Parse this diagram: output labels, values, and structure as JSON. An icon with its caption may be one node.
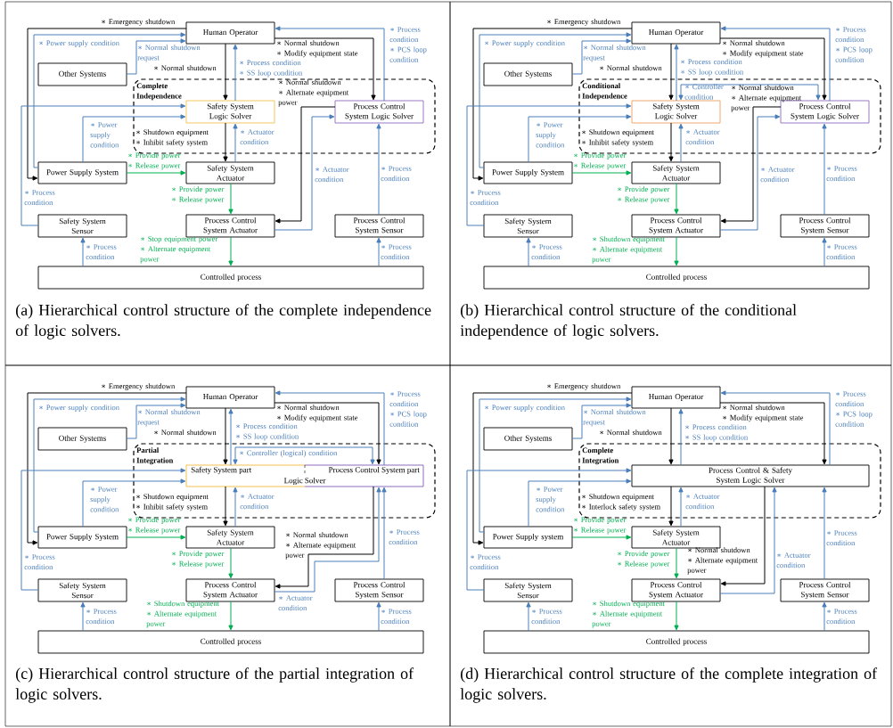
{
  "diagram": {
    "nodes": [
      {
        "text": [
          "(a) Hierarchical control structure of the complete independence of logic solvers."
        ]
      },
      {
        "text": [
          "Human Operator"
        ],
        "in": 0
      },
      {
        "text": [
          "Other Systems"
        ],
        "in": 0
      },
      {
        "text": [
          "Complete Independence"
        ],
        "in": 0
      },
      {
        "text": [
          "Safety System Logic Solver"
        ],
        "in": 3
      },
      {
        "text": [
          "Process Control System Logic Solver"
        ],
        "in": 3
      },
      {
        "text": [
          "Power Supply System"
        ],
        "in": 0
      },
      {
        "text": [
          "Safety System Actuator"
        ],
        "in": 0
      },
      {
        "text": [
          "Safety System Sensor"
        ],
        "in": 0
      },
      {
        "text": [
          "Process Control System Actuator"
        ],
        "in": 0
      },
      {
        "text": [
          "Process Control System Sensor"
        ],
        "in": 0
      },
      {
        "text": [
          "Controlled process"
        ],
        "in": 0
      },
      {
        "text": [
          "(b) Hierarchical control structure of the conditional independence of logic solvers."
        ]
      },
      {
        "text": [
          "Human Operator"
        ],
        "in": 12
      },
      {
        "text": [
          "Other Systems"
        ],
        "in": 12
      },
      {
        "text": [
          "Conditional Independence"
        ],
        "in": 12
      },
      {
        "text": [
          "Safety System Logic Solver"
        ],
        "in": 15
      },
      {
        "text": [
          "Process Control System Logic Solver"
        ],
        "in": 15
      },
      {
        "text": [
          "Power Supply System"
        ],
        "in": 12
      },
      {
        "text": [
          "Safety System Actuator"
        ],
        "in": 12
      },
      {
        "text": [
          "Safety System Sensor"
        ],
        "in": 12
      },
      {
        "text": [
          "Process Control System Actuator"
        ],
        "in": 12
      },
      {
        "text": [
          "Process Control System Sensor"
        ],
        "in": 12
      },
      {
        "text": [
          "Controlled process"
        ],
        "in": 12
      },
      {
        "text": [
          "(c) Hierarchical control structure of the partial integration of logic solvers."
        ]
      },
      {
        "text": [
          "Human Operator"
        ],
        "in": 24
      },
      {
        "text": [
          "Other Systems"
        ],
        "in": 24
      },
      {
        "text": [
          "Partial Integration"
        ],
        "in": 24
      },
      {
        "text": [
          "Safety System part",
          "Process Control System part",
          "Logic Solver"
        ],
        "in": 27
      },
      {
        "text": [
          "Power Supply System"
        ],
        "in": 24
      },
      {
        "text": [
          "Safety System Actuator"
        ],
        "in": 24
      },
      {
        "text": [
          "Safety System Sensor"
        ],
        "in": 24
      },
      {
        "text": [
          "Process Control System Actuator"
        ],
        "in": 24
      },
      {
        "text": [
          "Process Control System Sensor"
        ],
        "in": 24
      },
      {
        "text": [
          "Controlled process"
        ],
        "in": 24
      },
      {
        "text": [
          "(d) Hierarchical control structure of the complete integration of logic solvers."
        ]
      },
      {
        "text": [
          "Human Operator"
        ],
        "in": 35
      },
      {
        "text": [
          "Other Systems"
        ],
        "in": 35
      },
      {
        "text": [
          "Complete Integration"
        ],
        "in": 35
      },
      {
        "text": [
          "Process Control & Safety System Logic Solver"
        ],
        "in": 38
      },
      {
        "text": [
          "Power Supply system"
        ],
        "in": 35
      },
      {
        "text": [
          "Safety System Actuator"
        ],
        "in": 35
      },
      {
        "text": [
          "Safety System Sensor"
        ],
        "in": 35
      },
      {
        "text": [
          "Process Control System Actuator"
        ],
        "in": 35
      },
      {
        "text": [
          "Process Control System Sensor"
        ],
        "in": 35
      },
      {
        "text": [
          "Controlled process"
        ],
        "in": 35
      }
    ],
    "edges": [
      {
        "from": 1,
        "to": 6,
        "arrow": "to",
        "label": "∗ Emergency shutdown",
        "color": "#000000"
      },
      {
        "from": 6,
        "to": 1,
        "arrow": "to",
        "label": "∗ Power supply condition"
      },
      {
        "from": 2,
        "to": 1,
        "arrow": "to",
        "label": "∗ Normal shutdown request"
      },
      {
        "from": 1,
        "to": 4,
        "arrow": "to",
        "label": "∗ Normal shutdown",
        "color": "#000000"
      },
      {
        "from": 4,
        "to": 1,
        "arrow": "to",
        "label": "∗ Process condition ∗ SS loop condition"
      },
      {
        "from": 1,
        "to": 5,
        "arrow": "to",
        "label": "∗ Normal shutdown ∗ Modify equipment state",
        "color": "#000000"
      },
      {
        "from": 5,
        "to": 1,
        "arrow": "to",
        "label": "∗ Process condition ∗ PCS loop condition"
      },
      {
        "from": 8,
        "to": 4,
        "arrow": "to",
        "label": "∗ Process condition"
      },
      {
        "from": 6,
        "to": 4,
        "arrow": "to",
        "label": "∗ Power supply condition"
      },
      {
        "from": 4,
        "to": 7,
        "arrow": "to",
        "label": "∗ Shutdown equipment ∗ Inhibit safety system",
        "color": "#000000"
      },
      {
        "from": 7,
        "to": 4,
        "arrow": "to",
        "label": "∗ Actuator condition"
      },
      {
        "from": 6,
        "to": 7,
        "arrow": "to",
        "label": "∗ Provide power ∗ Release power",
        "color": "#00b050"
      },
      {
        "from": 7,
        "to": 9,
        "arrow": "to",
        "label": "∗ Provide power ∗ Release power",
        "color": "#00b050"
      },
      {
        "from": 5,
        "to": 9,
        "arrow": "to",
        "label": "∗ Normal shutdown ∗ Alternate equipment power",
        "color": "#000000"
      },
      {
        "from": 9,
        "to": 5,
        "arrow": "to",
        "label": "∗ Actuator condition"
      },
      {
        "from": 10,
        "to": 5,
        "arrow": "to",
        "label": "∗ Process condition"
      },
      {
        "from": 9,
        "to": 11,
        "arrow": "to",
        "label": "∗ Stop equipment power ∗ Alternate equipment power",
        "color": "#00b050"
      },
      {
        "from": 11,
        "to": 8,
        "arrow": "to",
        "label": "∗ Process condition"
      },
      {
        "from": 11,
        "to": 10,
        "arrow": "to",
        "label": "∗ Process condition"
      },
      {
        "from": 13,
        "to": 18,
        "arrow": "to",
        "label": "∗ Emergency shutdown",
        "color": "#000000"
      },
      {
        "from": 18,
        "to": 13,
        "arrow": "to",
        "label": "∗ Power supply condition"
      },
      {
        "from": 14,
        "to": 13,
        "arrow": "to",
        "label": "∗ Normal shutdown request"
      },
      {
        "from": 13,
        "to": 16,
        "arrow": "to",
        "label": "∗ Normal shutdown",
        "color": "#000000"
      },
      {
        "from": 16,
        "to": 13,
        "arrow": "to",
        "label": "∗ Process condition ∗ SS loop condition"
      },
      {
        "from": 13,
        "to": 17,
        "arrow": "to",
        "label": "∗ Normal shutdown ∗ Modify equipment state",
        "color": "#000000"
      },
      {
        "from": 17,
        "to": 13,
        "arrow": "to",
        "label": "∗ Process condition ∗ PCS loop condition"
      },
      {
        "from": 16,
        "to": 17,
        "arrow": "both",
        "label": "∗ Controller condition"
      },
      {
        "from": 20,
        "to": 16,
        "arrow": "to",
        "label": "∗ Process condition"
      },
      {
        "from": 18,
        "to": 16,
        "arrow": "to",
        "label": "∗ Power supply condition"
      },
      {
        "from": 16,
        "to": 19,
        "arrow": "to",
        "label": "∗ Shutdown equipment ∗ Inhibit safety system",
        "color": "#000000"
      },
      {
        "from": 19,
        "to": 16,
        "arrow": "to",
        "label": "∗ Actuator condition"
      },
      {
        "from": 18,
        "to": 19,
        "arrow": "to",
        "label": "∗ Provide power ∗ Release power",
        "color": "#00b050"
      },
      {
        "from": 19,
        "to": 21,
        "arrow": "to",
        "label": "∗ Provide power ∗ Release power",
        "color": "#00b050"
      },
      {
        "from": 17,
        "to": 21,
        "arrow": "to",
        "label": "∗ Normal shutdown ∗ Alternate equipment power",
        "color": "#000000"
      },
      {
        "from": 21,
        "to": 17,
        "arrow": "to",
        "label": "∗ Actuator condition"
      },
      {
        "from": 22,
        "to": 17,
        "arrow": "to",
        "label": "∗ Process condition"
      },
      {
        "from": 21,
        "to": 23,
        "arrow": "to",
        "label": "∗ Shutdown equipment ∗ Alternate equipment power",
        "color": "#00b050"
      },
      {
        "from": 23,
        "to": 20,
        "arrow": "to",
        "label": "∗ Process condition"
      },
      {
        "from": 23,
        "to": 22,
        "arrow": "to",
        "label": "∗ Process condition"
      },
      {
        "from": 25,
        "to": 29,
        "arrow": "to",
        "label": "∗ Emergency shutdown",
        "color": "#000000"
      },
      {
        "from": 29,
        "to": 25,
        "arrow": "to",
        "label": "∗ Power supply condition"
      },
      {
        "from": 26,
        "to": 25,
        "arrow": "to",
        "label": "∗ Normal shutdown request"
      },
      {
        "from": 25,
        "to": 28,
        "arrow": "to",
        "label": "∗ Normal shutdown",
        "color": "#000000"
      },
      {
        "from": 28,
        "to": 25,
        "arrow": "to",
        "label": "∗ Process condition ∗ SS loop condition"
      },
      {
        "from": 25,
        "to": 28,
        "arrow": "to",
        "label": "∗ Normal shutdown ∗ Modify equipment state",
        "color": "#000000"
      },
      {
        "from": 28,
        "to": 25,
        "arrow": "to",
        "label": "∗ Process condition ∗ PCS loop condition"
      },
      {
        "from": 28,
        "to": 28,
        "arrow": "both",
        "label": "∗ Controller (logical) condition"
      },
      {
        "from": 31,
        "to": 28,
        "arrow": "to",
        "label": "∗ Process condition"
      },
      {
        "from": 29,
        "to": 28,
        "arrow": "to",
        "label": "∗ Power supply condition"
      },
      {
        "from": 28,
        "to": 30,
        "arrow": "to",
        "label": "∗ Shutdown equipment ∗ Inhibit safety system",
        "color": "#000000"
      },
      {
        "from": 30,
        "to": 28,
        "arrow": "to",
        "label": "∗ Actuator condition"
      },
      {
        "from": 29,
        "to": 30,
        "arrow": "to",
        "label": "∗ Provide power ∗ Release power",
        "color": "#00b050"
      },
      {
        "from": 30,
        "to": 32,
        "arrow": "to",
        "label": "∗ Provide power ∗ Release power",
        "color": "#00b050"
      },
      {
        "from": 28,
        "to": 32,
        "arrow": "to",
        "label": "∗ Normal shutdown ∗ Alternate equipment power",
        "color": "#000000"
      },
      {
        "from": 32,
        "to": 28,
        "arrow": "to",
        "label": "∗ Actuator condition"
      },
      {
        "from": 33,
        "to": 28,
        "arrow": "to",
        "label": "∗ Process condition"
      },
      {
        "from": 32,
        "to": 34,
        "arrow": "to",
        "label": "∗ Shutdown equipment ∗ Alternate equipment power",
        "color": "#00b050"
      },
      {
        "from": 34,
        "to": 31,
        "arrow": "to",
        "label": "∗ Process condition"
      },
      {
        "from": 34,
        "to": 33,
        "arrow": "to",
        "label": "∗ Process condition"
      },
      {
        "from": 36,
        "to": 40,
        "arrow": "to",
        "label": "∗ Emergency shutdown",
        "color": "#000000"
      },
      {
        "from": 40,
        "to": 36,
        "arrow": "to",
        "label": "∗ Power supply condition"
      },
      {
        "from": 37,
        "to": 36,
        "arrow": "to",
        "label": "∗ Normal shutdown request"
      },
      {
        "from": 36,
        "to": 39,
        "arrow": "to",
        "label": "∗ Normal shutdown",
        "color": "#000000"
      },
      {
        "from": 39,
        "to": 36,
        "arrow": "to",
        "label": "∗ Process condition ∗ SS loop condition"
      },
      {
        "from": 36,
        "to": 39,
        "arrow": "to",
        "label": "∗ Normal shutdown ∗ Modify equipment state",
        "color": "#000000"
      },
      {
        "from": 39,
        "to": 36,
        "arrow": "to",
        "label": "∗ Process condition ∗ PCS loop condition"
      },
      {
        "from": 42,
        "to": 39,
        "arrow": "to",
        "label": "∗ Process condition"
      },
      {
        "from": 40,
        "to": 39,
        "arrow": "to",
        "label": "∗ Power supply condition"
      },
      {
        "from": 39,
        "to": 41,
        "arrow": "to",
        "label": "∗ Shutdown equipment ∗ Interlock safety system",
        "color": "#000000"
      },
      {
        "from": 41,
        "to": 39,
        "arrow": "to",
        "label": "∗ Actuator condition"
      },
      {
        "from": 40,
        "to": 41,
        "arrow": "to",
        "label": "∗ Provide power ∗ Release power",
        "color": "#00b050"
      },
      {
        "from": 41,
        "to": 43,
        "arrow": "to",
        "label": "∗ Provide power ∗ Release power",
        "color": "#00b050"
      },
      {
        "from": 39,
        "to": 43,
        "arrow": "to",
        "label": "∗ Normal shutdown ∗ Alternate equipment power",
        "color": "#000000"
      },
      {
        "from": 43,
        "to": 39,
        "arrow": "to",
        "label": "∗ Actuator condition"
      },
      {
        "from": 44,
        "to": 39,
        "arrow": "to",
        "label": "∗ Process condition"
      },
      {
        "from": 43,
        "to": 45,
        "arrow": "to",
        "label": "∗ Shutdown equipment ∗ Alternate equipment power",
        "color": "#00b050"
      },
      {
        "from": 45,
        "to": 42,
        "arrow": "to",
        "label": "∗ Process condition"
      },
      {
        "from": 45,
        "to": 44,
        "arrow": "to",
        "label": "∗ Process condition"
      }
    ]
  }
}
